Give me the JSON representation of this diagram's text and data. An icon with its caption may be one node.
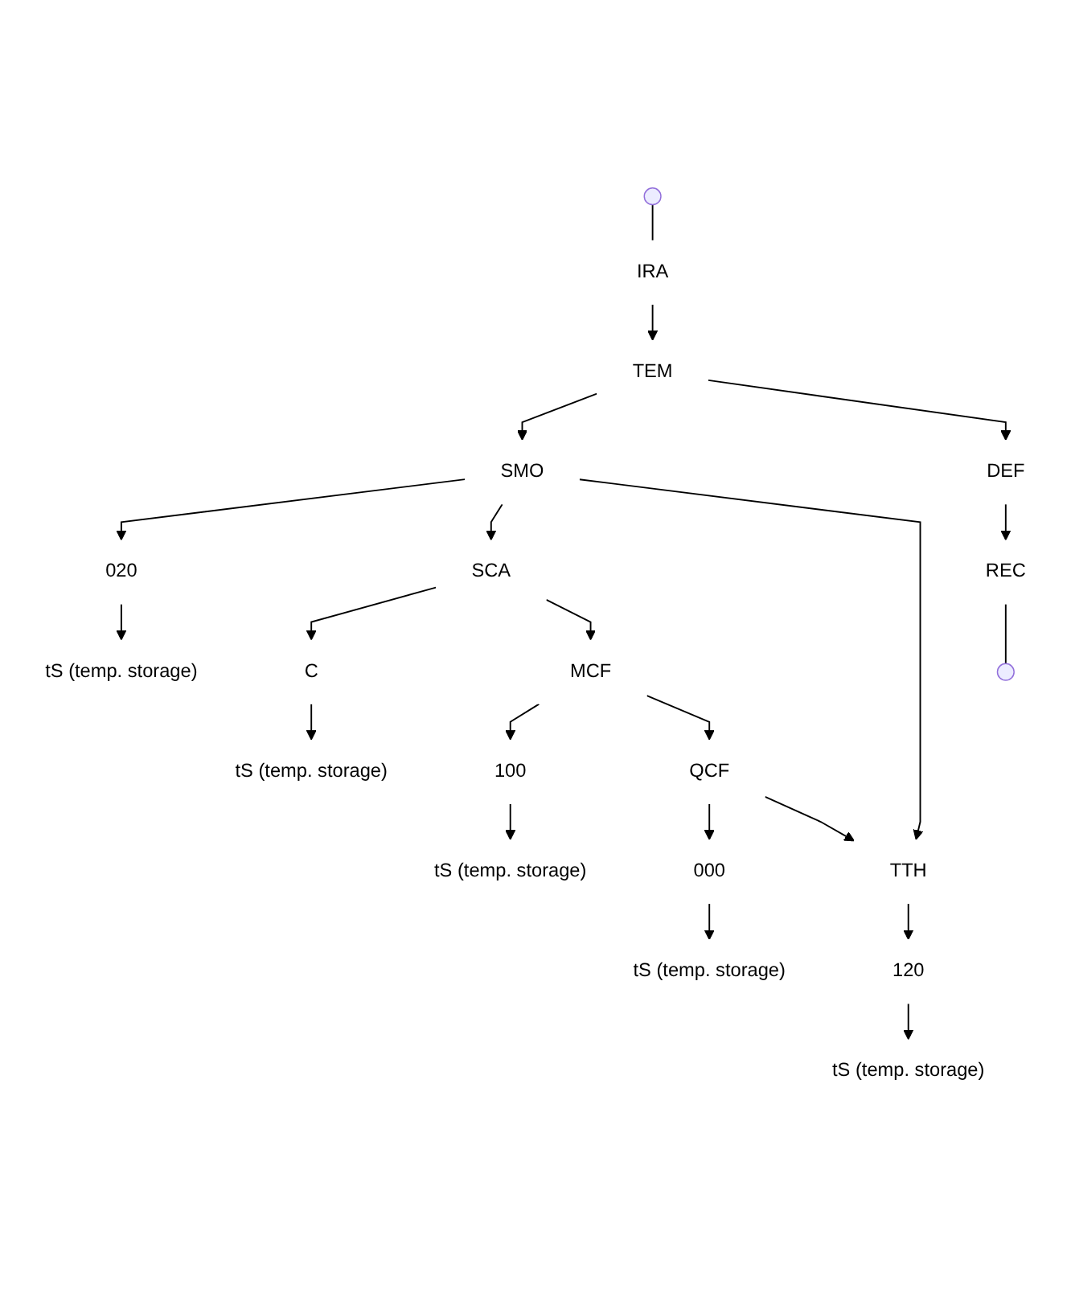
{
  "diagram": {
    "nodes": [
      {
        "text": [
          "IRA"
        ]
      },
      {
        "text": [
          "TEM"
        ]
      },
      {
        "text": [
          "SMO"
        ]
      },
      {
        "text": [
          "020"
        ]
      },
      {
        "text": [
          "tS (temp. storage)"
        ]
      },
      {
        "text": [
          "SCA"
        ]
      },
      {
        "text": [
          "C"
        ]
      },
      {
        "text": [
          "tS (temp. storage)"
        ]
      },
      {
        "text": [
          "MCF"
        ]
      },
      {
        "text": [
          "100"
        ]
      },
      {
        "text": [
          "tS (temp. storage)"
        ]
      },
      {
        "text": [
          "QCF"
        ]
      },
      {
        "text": [
          "000"
        ]
      },
      {
        "text": [
          "tS (temp. storage)"
        ]
      },
      {
        "text": [
          "TTH"
        ]
      },
      {
        "text": [
          "120"
        ]
      },
      {
        "text": [
          "tS (temp. storage)"
        ]
      },
      {
        "text": [
          "DEF"
        ]
      },
      {
        "text": [
          "REC"
        ]
      }
    ],
    "edges": [
      {
        "from": null,
        "to": 0,
        "arrow": "none"
      },
      {
        "from": 0,
        "to": 1,
        "arrow": "to"
      },
      {
        "from": 1,
        "to": 2,
        "arrow": "to"
      },
      {
        "from": 2,
        "to": 3,
        "arrow": "to"
      },
      {
        "from": 3,
        "to": 4,
        "arrow": "to"
      },
      {
        "from": 2,
        "to": 5,
        "arrow": "to"
      },
      {
        "from": 5,
        "to": 6,
        "arrow": "to"
      },
      {
        "from": 6,
        "to": 7,
        "arrow": "to"
      },
      {
        "from": 5,
        "to": 8,
        "arrow": "to"
      },
      {
        "from": 8,
        "to": 9,
        "arrow": "to"
      },
      {
        "from": 9,
        "to": 10,
        "arrow": "to"
      },
      {
        "from": 8,
        "to": 11,
        "arrow": "to"
      },
      {
        "from": 11,
        "to": 12,
        "arrow": "to"
      },
      {
        "from": 12,
        "to": 13,
        "arrow": "to"
      },
      {
        "from": 11,
        "to": 14,
        "arrow": "to"
      },
      {
        "from": 14,
        "to": 15,
        "arrow": "to"
      },
      {
        "from": 15,
        "to": 16,
        "arrow": "to"
      },
      {
        "from": 2,
        "to": 14,
        "arrow": "to"
      },
      {
        "from": 1,
        "to": 17,
        "arrow": "to"
      },
      {
        "from": 17,
        "to": 18,
        "arrow": "to"
      },
      {
        "from": 18,
        "to": null,
        "arrow": "none"
      }
    ]
  }
}
